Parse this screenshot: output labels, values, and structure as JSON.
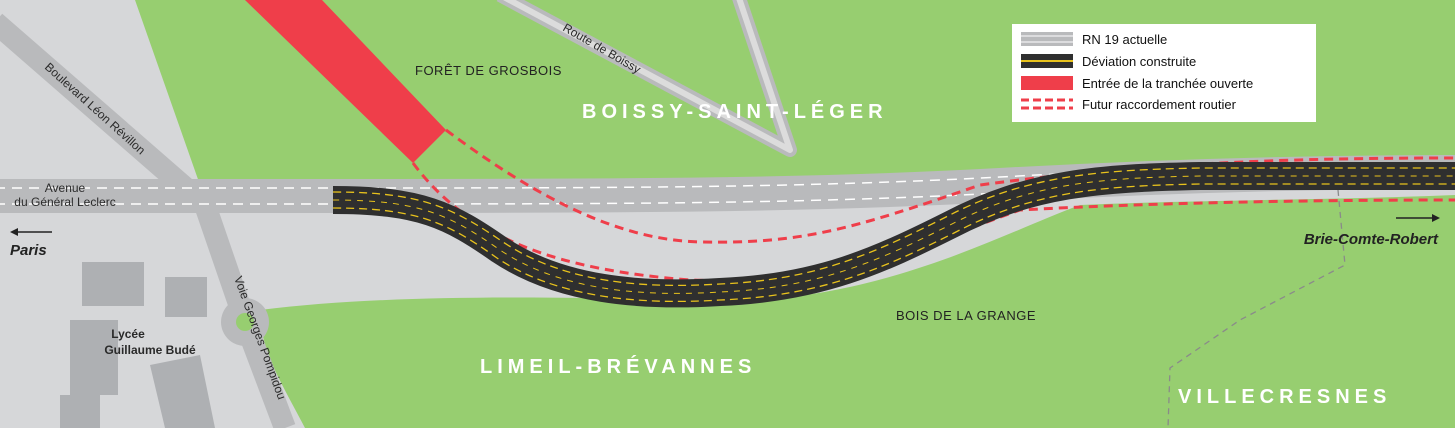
{
  "legend": {
    "items": [
      {
        "key": "existing",
        "label": "RN 19 actuelle"
      },
      {
        "key": "built",
        "label": "Déviation construite"
      },
      {
        "key": "trench",
        "label": "Entrée de la tranchée ouverte"
      },
      {
        "key": "future",
        "label": "Futur raccordement routier"
      }
    ]
  },
  "places": {
    "boissy": "BOISSY-SAINT-LÉGER",
    "limeil": "LIMEIL-BRÉVANNES",
    "villecresnes": "VILLECRESNES",
    "foret": "FORÊT DE GROSBOIS",
    "bois": "BOIS DE LA GRANGE",
    "lycee_line1": "Lycée",
    "lycee_line2": "Guillaume Budé"
  },
  "streets": {
    "route_boissy": "Route de Boissy",
    "bd_leon": "Boulevard Léon Révillon",
    "avenue_line1": "Avenue",
    "avenue_line2": "du Général Leclerc",
    "voie_georges": "Voie Georges Pompidou"
  },
  "directions": {
    "paris": "Paris",
    "brie": "Brie-Comte-Robert"
  },
  "colors": {
    "green": "#97ce70",
    "grey_land": "#d6d7d9",
    "road_grey": "#b9babc",
    "asphalt": "#2f2f2f",
    "yellow_line": "#e8c21c",
    "red": "#ef3e4a"
  }
}
